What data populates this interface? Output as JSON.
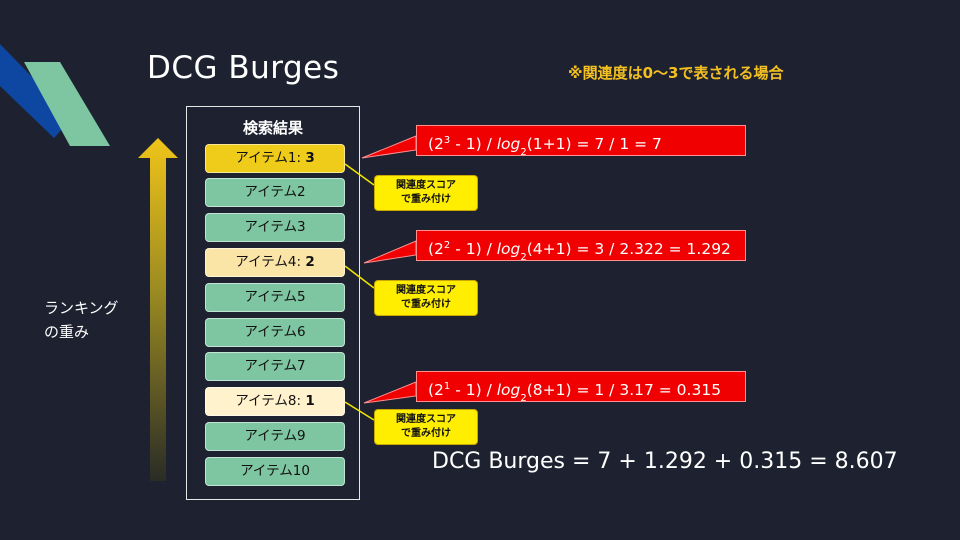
{
  "title": "DCG Burges",
  "note": "※関連度は0～3で表される場合",
  "weight_label": [
    "ランキング",
    "の重み"
  ],
  "results": {
    "title": "検索結果",
    "items": [
      {
        "label": "アイテム1: ",
        "score": "3"
      },
      {
        "label": "アイテム2",
        "score": ""
      },
      {
        "label": "アイテム3",
        "score": ""
      },
      {
        "label": "アイテム4: ",
        "score": "2"
      },
      {
        "label": "アイテム5",
        "score": ""
      },
      {
        "label": "アイテム6",
        "score": ""
      },
      {
        "label": "アイテム7",
        "score": ""
      },
      {
        "label": "アイテム8: ",
        "score": "1"
      },
      {
        "label": "アイテム9",
        "score": ""
      },
      {
        "label": "アイテム10",
        "score": ""
      }
    ]
  },
  "callout_text": [
    "関連度スコア",
    "で重み付け"
  ],
  "equations": [
    {
      "open": "(2",
      "exp": "3",
      "mid": " - 1) / ",
      "log": "log",
      "base": "2",
      "rest": "(1+1) = 7 / 1 = 7"
    },
    {
      "open": "(2",
      "exp": "2",
      "mid": " - 1) / ",
      "log": "log",
      "base": "2",
      "rest": "(4+1) = 3 / 2.322 = 1.292"
    },
    {
      "open": "(2",
      "exp": "1",
      "mid": " - 1) / ",
      "log": "log",
      "base": "2",
      "rest": "(8+1) = 1 / 3.17 = 0.315"
    }
  ],
  "total": "DCG Burges = 7 + 1.292 + 0.315 = 8.607",
  "colors": {
    "background": "#1e2230",
    "accent_blue": "#0d47a1",
    "accent_green": "#7ec5a2",
    "item_default": "#7ec5a2",
    "score3": "#f0cc1a",
    "score2": "#fbe5a6",
    "score1": "#fff2cc",
    "callout": "#ffee00",
    "equation": "#f00000",
    "note": "#f4c020"
  }
}
